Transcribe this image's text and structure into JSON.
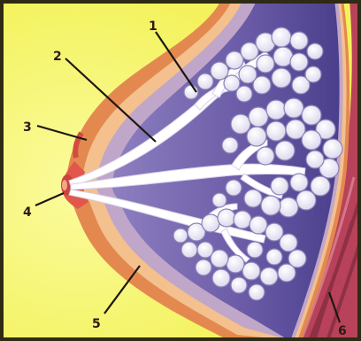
{
  "diagram": {
    "labels": [
      {
        "id": "1",
        "text": "1"
      },
      {
        "id": "2",
        "text": "2"
      },
      {
        "id": "3",
        "text": "3"
      },
      {
        "id": "4",
        "text": "4"
      },
      {
        "id": "5",
        "text": "5"
      },
      {
        "id": "6",
        "text": "6"
      }
    ],
    "colors": {
      "background": "#f3f25c",
      "background_glow": "#fbfb9e",
      "frame": "#2e2a14",
      "skin_outer": "#e3894f",
      "skin_inner": "#f3c08e",
      "fat": "#c0a6c8",
      "tissue": "#6a5aa6",
      "tissue_dark": "#4a3f8c",
      "alveoli": "#f4f4fb",
      "duct": "#ffffff",
      "muscle": "#b7425a",
      "muscle_stripe": "#7e2a3c",
      "nipple": "#e2574c",
      "leader_line": "#1d1712"
    }
  }
}
